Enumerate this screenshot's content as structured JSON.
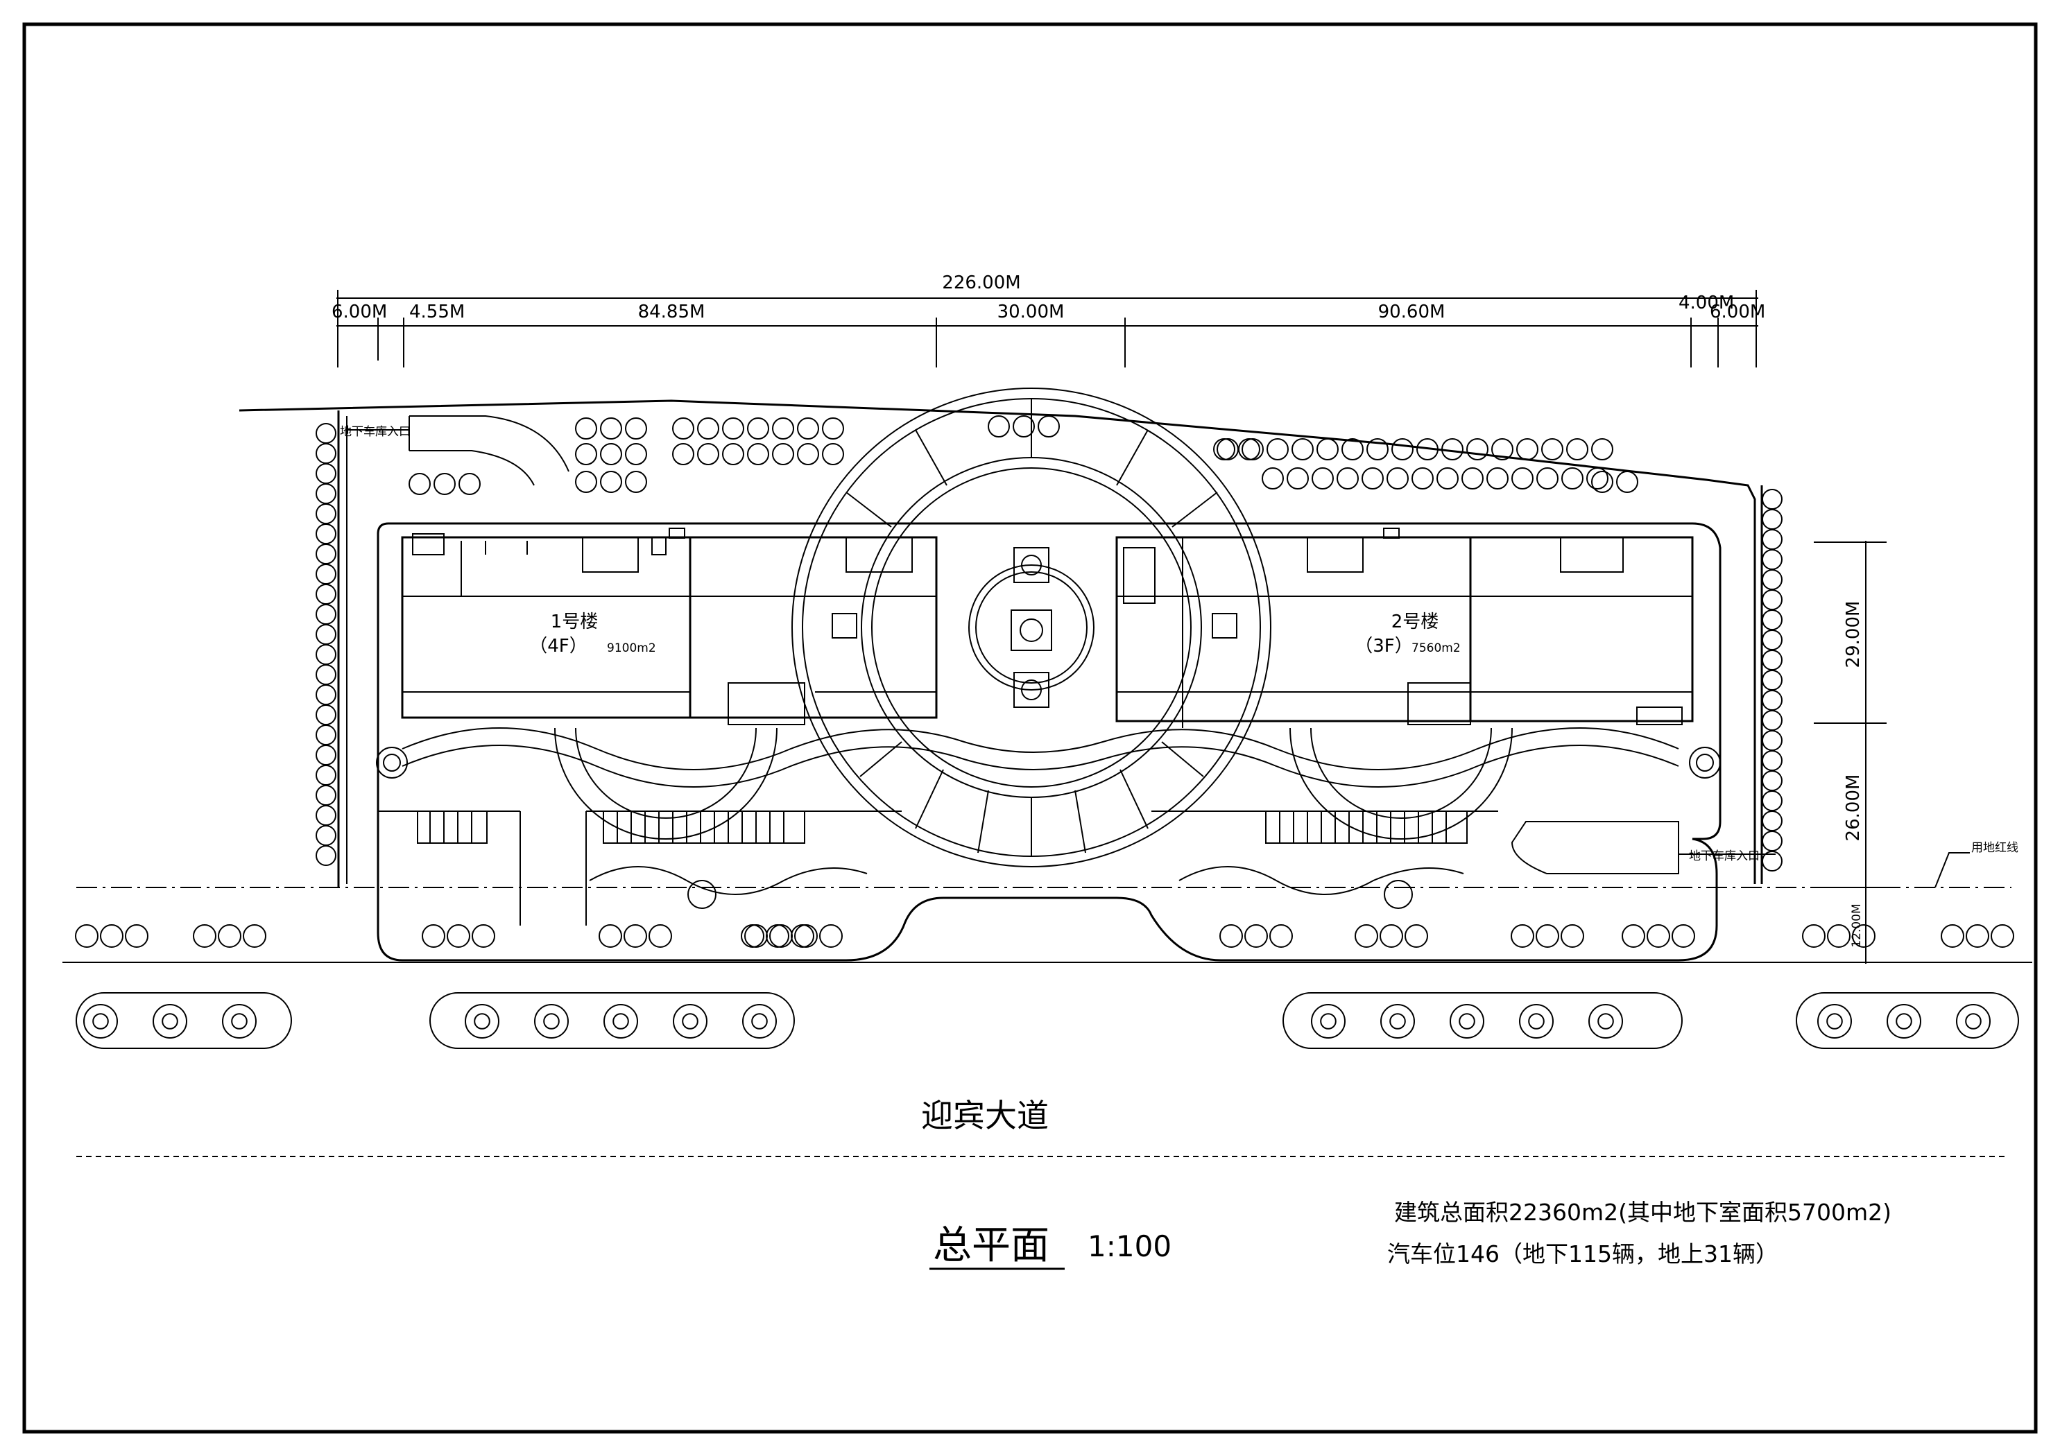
{
  "dimensions_top": {
    "total": "226.00M",
    "segments": [
      "6.00M",
      "4.55M",
      "84.85M",
      "30.00M",
      "90.60M",
      "4.00M",
      "6.00M"
    ]
  },
  "dimensions_right": [
    "29.00M",
    "26.00M",
    "12.00M"
  ],
  "labels": {
    "garage_entry_top": "地下车库入口",
    "garage_entry_right": "地下车库入口",
    "property_line": "用地红线",
    "road_name": "迎宾大道"
  },
  "buildings": {
    "b1": {
      "name": "1号楼",
      "floors": "（4F）",
      "area": "9100m2"
    },
    "b2": {
      "name": "2号楼",
      "floors": "（3F）",
      "area": "7560m2"
    }
  },
  "title": {
    "main": "总平面",
    "scale": "1:100"
  },
  "notes": {
    "line1": "建筑总面积22360m2(其中地下室面积5700m2)",
    "line2": "汽车位146（地下115辆，地上31辆）"
  }
}
